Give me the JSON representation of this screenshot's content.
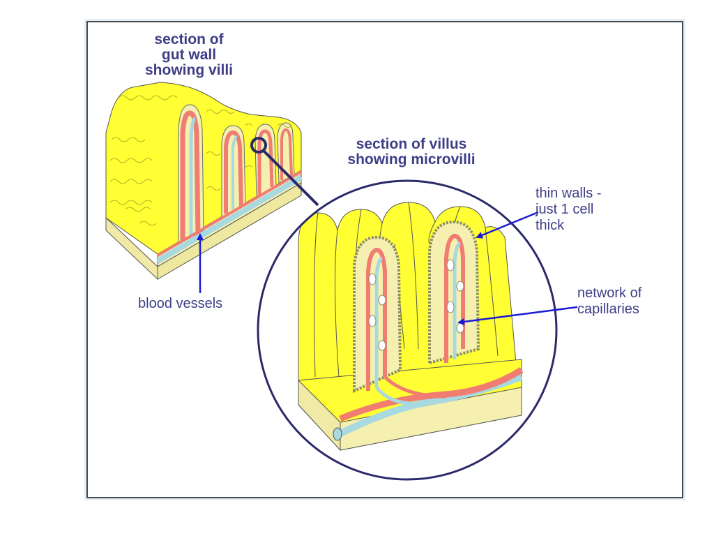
{
  "diagram": {
    "gut_wall_title": "section of\ngut wall\nshowing villi",
    "villus_title": "section of villus\nshowing microvilli",
    "labels": {
      "blood_vessels": "blood vessels",
      "thin_walls": "thin walls -\njust 1 cell\nthick",
      "capillaries": "network of\ncapillaries"
    },
    "colors": {
      "villus_yellow": "#ffff33",
      "tissue_cream": "#f5f0b0",
      "artery_red": "#f07c72",
      "vein_blue": "#a8d8e0",
      "label_text": "#3e3d86",
      "arrow_blue": "#1a1ad6",
      "circle_outline": "#2a2a6a",
      "microvilli_brown": "#8c8c6a"
    }
  }
}
